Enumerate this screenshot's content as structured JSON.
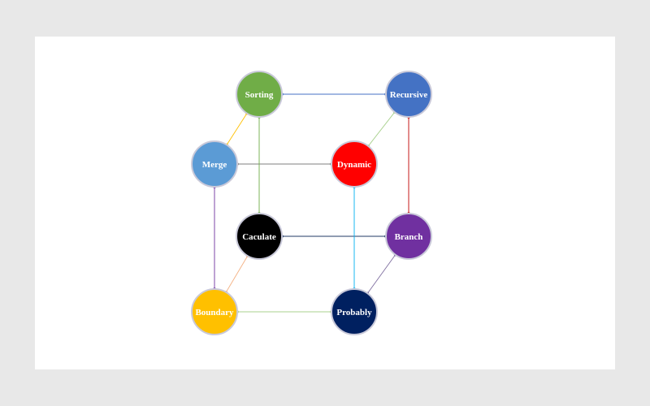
{
  "diagram": {
    "nodes": [
      {
        "id": "sorting",
        "label": "Sorting",
        "color": "#70ad47"
      },
      {
        "id": "recursive",
        "label": "Recursive",
        "color": "#4472c4"
      },
      {
        "id": "merge",
        "label": "Merge",
        "color": "#5b9bd5"
      },
      {
        "id": "dynamic",
        "label": "Dynamic",
        "color": "#ff0000"
      },
      {
        "id": "caculate",
        "label": "Caculate",
        "color": "#000000"
      },
      {
        "id": "branch",
        "label": "Branch",
        "color": "#7030a0"
      },
      {
        "id": "boundary",
        "label": "Boundary",
        "color": "#ffc000"
      },
      {
        "id": "probably",
        "label": "Probably",
        "color": "#002060"
      }
    ],
    "edges": [
      {
        "from": "sorting",
        "to": "recursive",
        "color": "#4472c4"
      },
      {
        "from": "merge",
        "to": "sorting",
        "color": "#ffc000"
      },
      {
        "from": "dynamic",
        "to": "recursive",
        "color": "#a9d18e"
      },
      {
        "from": "merge",
        "to": "dynamic",
        "color": "#7f7f7f"
      },
      {
        "from": "caculate",
        "to": "sorting",
        "color": "#70ad47"
      },
      {
        "from": "branch",
        "to": "recursive",
        "color": "#c00000"
      },
      {
        "from": "caculate",
        "to": "branch",
        "color": "#203864"
      },
      {
        "from": "boundary",
        "to": "merge",
        "color": "#7030a0"
      },
      {
        "from": "boundary",
        "to": "caculate",
        "color": "#f4b183"
      },
      {
        "from": "probably",
        "to": "dynamic",
        "color": "#00b0f0"
      },
      {
        "from": "boundary",
        "to": "probably",
        "color": "#a9d18e"
      },
      {
        "from": "probably",
        "to": "branch",
        "color": "#7f6fa0"
      }
    ]
  }
}
